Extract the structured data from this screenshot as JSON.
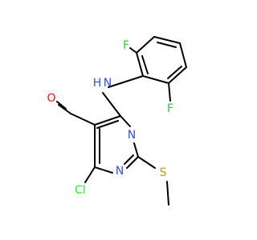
{
  "structure": {
    "atoms": [
      {
        "key": "F1",
        "symbol": "F",
        "color": "#33cc33"
      },
      {
        "key": "F2",
        "symbol": "F",
        "color": "#33cc33"
      },
      {
        "key": "N_amine",
        "symbol": "N",
        "color": "#3050f8"
      },
      {
        "key": "H_amine",
        "symbol": "H",
        "color": "#3050f8"
      },
      {
        "key": "O",
        "symbol": "O",
        "color": "#ff0d0d"
      },
      {
        "key": "N1",
        "symbol": "N",
        "color": "#3050f8"
      },
      {
        "key": "N3",
        "symbol": "N",
        "color": "#3050f8"
      },
      {
        "key": "Cl",
        "symbol": "Cl",
        "color": "#1ff01f"
      },
      {
        "key": "S",
        "symbol": "S",
        "color": "#b2a100"
      }
    ],
    "bond_color": "#000000"
  }
}
